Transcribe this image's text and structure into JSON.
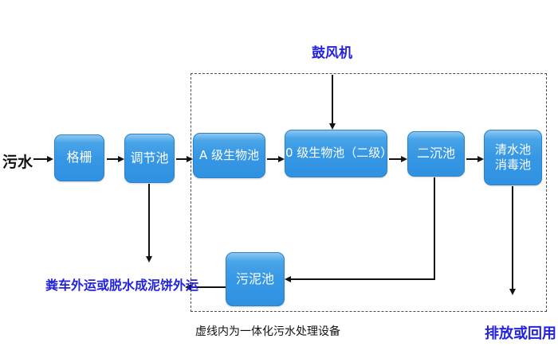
{
  "colors": {
    "box_fill": "#3697e4",
    "box_fill_highlight": "#8cc7f2",
    "box_border": "#2e80c2",
    "box_text": "#ffffff",
    "blue_text": "#2323de",
    "line_black": "#111111"
  },
  "flow": {
    "inlet": "污水",
    "boxes": {
      "grid": "格栅",
      "regulating": "调节池",
      "a_bio": "A 级生物池",
      "o_bio": "0 级生物池（二级）",
      "secondary_sed": "二沉池",
      "clear_line1": "清水池",
      "clear_line2": "消毒池",
      "sludge": "污泥池"
    },
    "labels": {
      "blower": "鼓风机",
      "sludge_out": "粪车外运或脱水成泥饼外运",
      "dashed_note": "虚线内为一体化污水处理设备",
      "discharge": "排放或回用"
    }
  }
}
